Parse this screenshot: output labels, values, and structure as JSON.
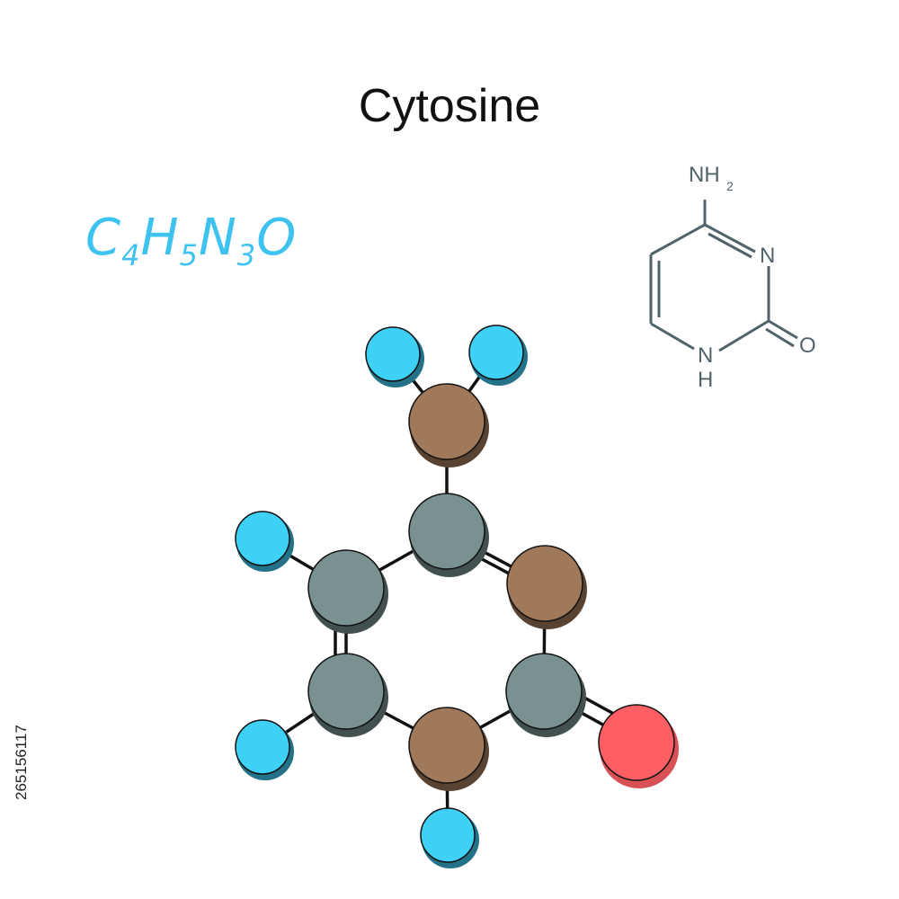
{
  "title": "Cytosine",
  "formula": {
    "parts": [
      {
        "symbol": "C",
        "count": "4"
      },
      {
        "symbol": "H",
        "count": "5"
      },
      {
        "symbol": "N",
        "count": "3"
      },
      {
        "symbol": "O",
        "count": ""
      }
    ]
  },
  "skeletal": {
    "nh2_main": "NH",
    "nh2_sub": "2",
    "ring_n": "N",
    "oxygen": "O",
    "nh_n": "N",
    "nh_h": "H"
  },
  "stock_id": "265156117",
  "colors": {
    "carbon": "#7a9191",
    "nitrogen": "#a0795a",
    "hydrogen": "#3fd0f5",
    "oxygen": "#ff5f64",
    "formula": "#3ec3f0",
    "skeletal": "#50636a"
  },
  "atoms": [
    {
      "id": "H_nh2_left",
      "element": "hydrogen"
    },
    {
      "id": "H_nh2_right",
      "element": "hydrogen"
    },
    {
      "id": "N_amino",
      "element": "nitrogen"
    },
    {
      "id": "C4",
      "element": "carbon"
    },
    {
      "id": "N3",
      "element": "nitrogen"
    },
    {
      "id": "C5",
      "element": "carbon"
    },
    {
      "id": "H_c5",
      "element": "hydrogen"
    },
    {
      "id": "C6",
      "element": "carbon"
    },
    {
      "id": "H_c6",
      "element": "hydrogen"
    },
    {
      "id": "C2",
      "element": "carbon"
    },
    {
      "id": "N1",
      "element": "nitrogen"
    },
    {
      "id": "H_n1",
      "element": "hydrogen"
    },
    {
      "id": "O2",
      "element": "oxygen"
    }
  ]
}
